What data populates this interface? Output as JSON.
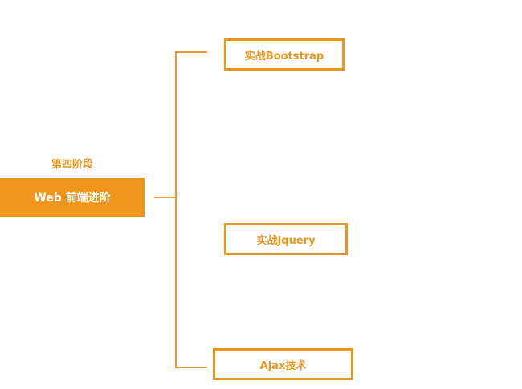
{
  "diagram": {
    "stage_label": "第四阶段",
    "main_node": "Web 前端进阶",
    "branches": [
      {
        "label": "实战Bootstrap"
      },
      {
        "label": "实战Jquery"
      },
      {
        "label": "Ajax技术"
      }
    ]
  },
  "colors": {
    "accent": "#f0961c",
    "connector": "#e99a2a",
    "background": "#ffffff"
  }
}
